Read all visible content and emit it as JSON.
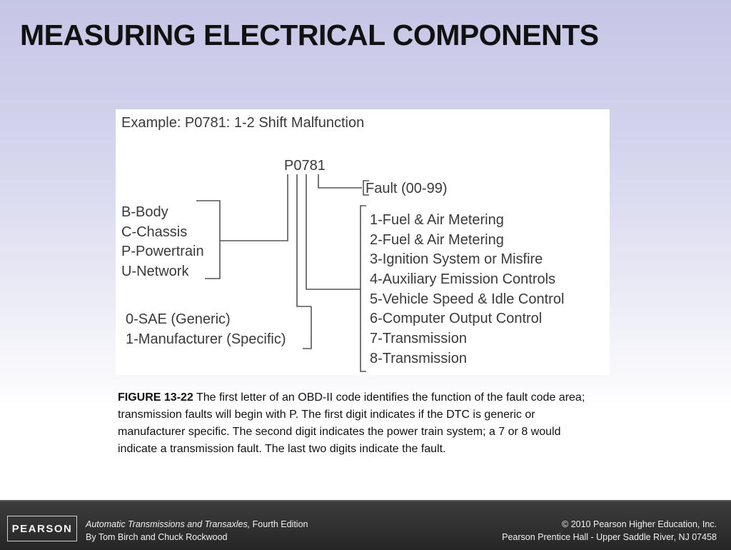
{
  "slide": {
    "title": "MEASURING ELECTRICAL COMPONENTS"
  },
  "figure": {
    "example": "Example: P0781: 1-2 Shift Malfunction",
    "code": "P0781",
    "fault_label": "Fault (00-99)",
    "system_codes": [
      "B-Body",
      "C-Chassis",
      "P-Powertrain",
      "U-Network"
    ],
    "code_types": [
      "0-SAE (Generic)",
      "1-Manufacturer (Specific)"
    ],
    "subsystems": [
      "1-Fuel & Air Metering",
      "2-Fuel & Air Metering",
      "3-Ignition System or Misfire",
      "4-Auxiliary Emission Controls",
      "5-Vehicle Speed & Idle Control",
      "6-Computer Output Control",
      "7-Transmission",
      "8-Transmission"
    ]
  },
  "caption": {
    "label": "FIGURE 13-22",
    "text": " The first letter of an OBD-II code identifies the function of the fault code area; transmission faults will begin with P. The first digit indicates if the DTC is generic or manufacturer specific. The second digit indicates the power train system; a 7 or 8 would indicate a transmission fault. The last two digits indicate the fault."
  },
  "footer": {
    "logo": "PEARSON",
    "book_title": "Automatic Transmissions and Transaxles,",
    "edition": " Fourth Edition",
    "authors": "By Tom Birch and Chuck Rockwood",
    "copyright": "© 2010 Pearson Higher Education, Inc.",
    "publisher": "Pearson Prentice Hall - Upper Saddle River, NJ 07458"
  }
}
